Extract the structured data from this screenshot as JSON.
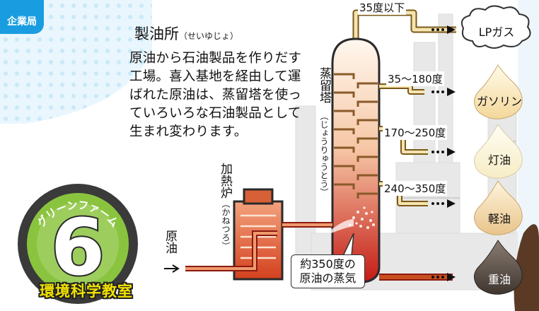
{
  "corner_tag": "企業局",
  "title": "製油所",
  "title_reading": "（せいゆじょ）",
  "description": "原油から石油製品を作りだす工場。喜入基地を経由して運ばれた原油は、蒸留塔を使っていろいろな石油製品として生まれ変わります。",
  "tower": {
    "label": "蒸留塔",
    "reading": "（じょうりゅうとう）"
  },
  "furnace": {
    "label": "加熱炉",
    "reading": "（かねつろ）"
  },
  "crude_input": "原油",
  "vapor_note": {
    "line1": "約350度の",
    "line2": "原油の蒸気"
  },
  "outputs": [
    {
      "temp": "35度以下",
      "product": "LPガス"
    },
    {
      "temp": "35〜180度",
      "product": "ガソリン"
    },
    {
      "temp": "170〜250度",
      "product": "灯油"
    },
    {
      "temp": "240〜350度",
      "product": "軽油"
    },
    {
      "temp": "",
      "product": "重油"
    }
  ],
  "badge": {
    "arc_text": "グリーンファーム",
    "number": "6",
    "banner": "環境科学教室"
  },
  "colors": {
    "badge_green": "#8ac43f",
    "badge_dark": "#3a3a3a",
    "banner_yellow": "#f2e200",
    "pipe": "#c84e1e"
  }
}
